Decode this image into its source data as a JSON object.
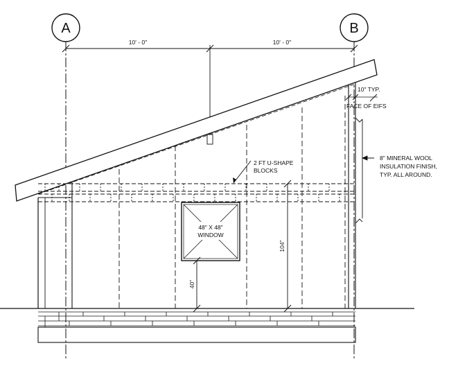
{
  "grid": {
    "a": "A",
    "b": "B"
  },
  "dimensions": {
    "left_span": "10' - 0\"",
    "right_span": "10' - 0\"",
    "sill_height": "40\"",
    "wall_height": "104\""
  },
  "window": {
    "line1": "48\" X 48\"",
    "line2": "WINDOW"
  },
  "notes": {
    "u_shape_line1": "2 FT U-SHAPE",
    "u_shape_line2": "BLOCKS",
    "typ": "10\" TYP.",
    "eifs": "FACE OF EIFS",
    "insulation_line1": "8\" MINERAL WOOL",
    "insulation_line2": "INSULATION FINISH,",
    "insulation_line3": "TYP. ALL AROUND."
  }
}
